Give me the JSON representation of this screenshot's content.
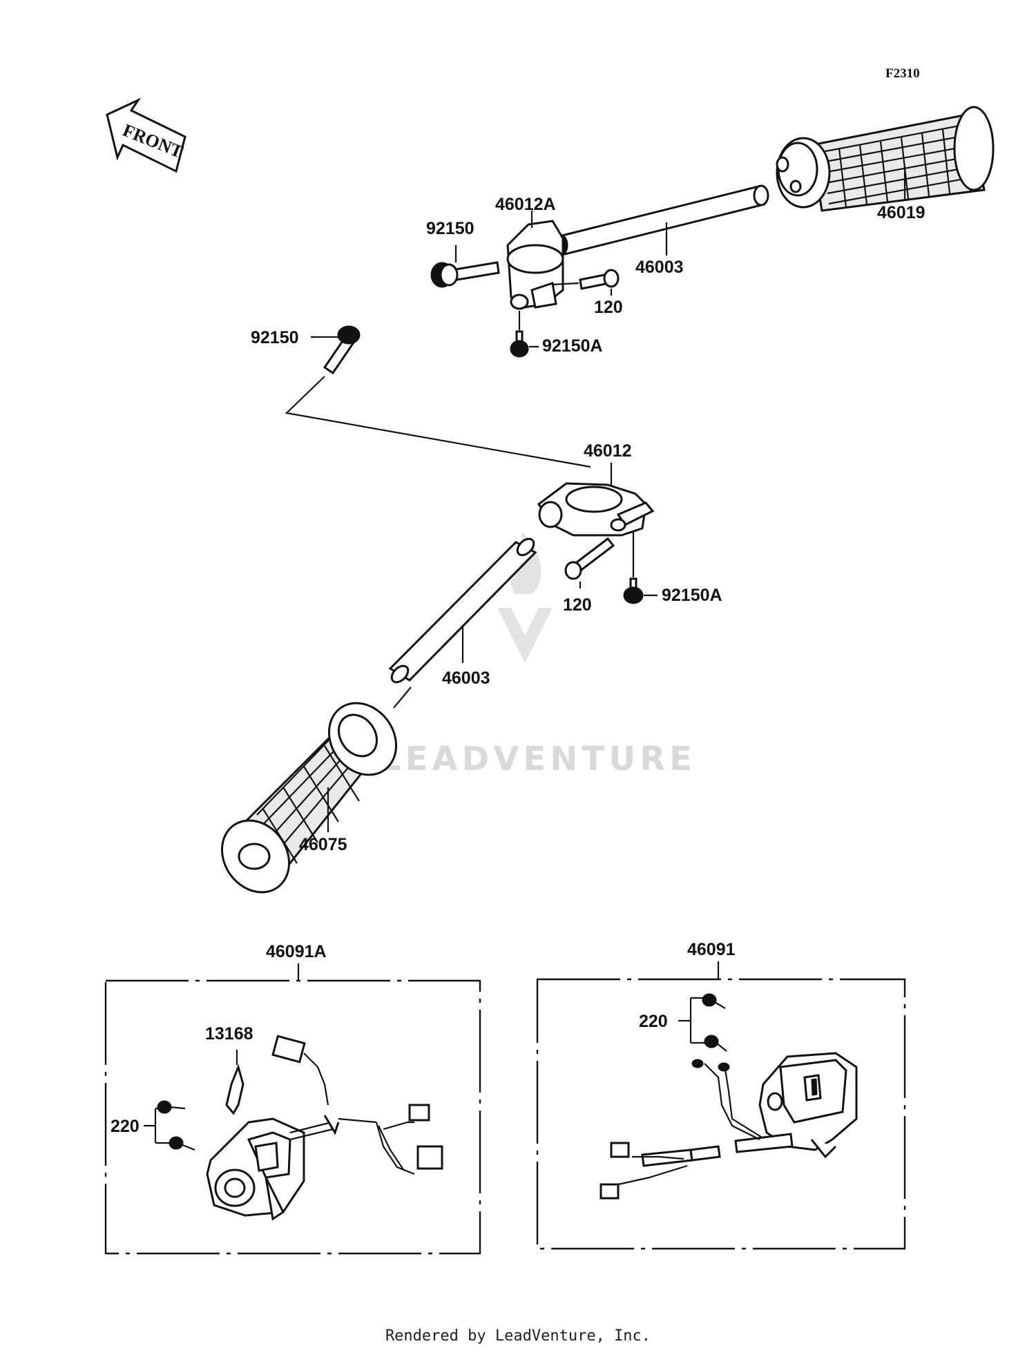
{
  "diagram_code": "F2310",
  "front_label": "FRONT",
  "watermark": "LEADVENTURE",
  "footer": "Rendered by LeadVenture, Inc.",
  "parts": {
    "p46019": "46019",
    "p46012A": "46012A",
    "p92150_top": "92150",
    "p46003_top": "46003",
    "p120_top": "120",
    "p92150A_top": "92150A",
    "p92150_left": "92150",
    "p46012": "46012",
    "p120_mid": "120",
    "p92150A_mid": "92150A",
    "p46003_mid": "46003",
    "p46075": "46075",
    "p46091A": "46091A",
    "p13168": "13168",
    "p220_left": "220",
    "p46091": "46091",
    "p220_right": "220"
  },
  "colors": {
    "ink": "#111111",
    "paper": "#ffffff",
    "watermark": "#d0d0d0"
  }
}
